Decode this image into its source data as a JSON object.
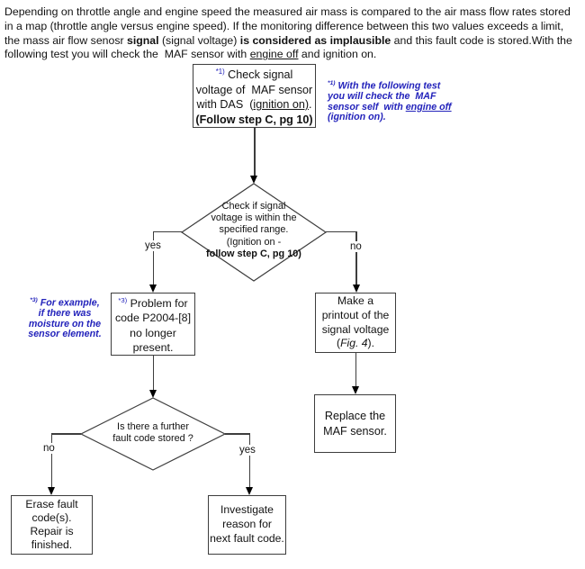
{
  "colors": {
    "annotation_blue": "#2323bb",
    "box_border": "#3d3d3d",
    "connector_line": "#3d3d3d",
    "arrowhead": "#000000",
    "background": "#ffffff",
    "text": "#121212"
  },
  "intro": {
    "lines": [
      [
        {
          "t": "Depending on throttle angle and engine speed the measured air mass is compared to the air mass flow rates stored"
        }
      ],
      [
        {
          "t": "in a map (throttle angle versus engine speed). If the monitoring difference between this two values exceeds a limit,"
        }
      ],
      [
        {
          "t": "the mass air flow senosr ",
          "": ""
        },
        {
          "t": "signal",
          "b": true
        },
        {
          "t": " (signal voltage) "
        },
        {
          "t": "is considered as implausible",
          "b": true
        },
        {
          "t": " and this fault code is stored.With the"
        }
      ],
      [
        {
          "t": "following test you will check the  MAF sensor with "
        },
        {
          "t": "engine off",
          "u": true
        },
        {
          "t": " and ignition on."
        }
      ]
    ]
  },
  "flowchart": {
    "nodes": {
      "check_signal": {
        "lines": [
          [
            {
              "t": "*1)",
              "sup": true,
              "blue": true
            },
            {
              "t": " Check signal"
            }
          ],
          [
            {
              "t": "voltage of  MAF sensor"
            }
          ],
          [
            {
              "t": "with DAS  ("
            },
            {
              "t": "ignition on)",
              "u": true
            },
            {
              "t": "."
            }
          ],
          [
            {
              "t": "(Follow step C, pg 10)",
              "b": true
            }
          ]
        ]
      },
      "signal_in_range": {
        "lines": [
          [
            {
              "t": "Check if signal"
            }
          ],
          [
            {
              "t": "voltage is within the"
            }
          ],
          [
            {
              "t": "specified range."
            }
          ],
          [
            {
              "t": "(Ignition on -"
            }
          ],
          [
            {
              "t": "follow step C, pg 10)",
              "b": true
            }
          ]
        ]
      },
      "problem_no_longer": {
        "lines": [
          [
            {
              "t": "*3)",
              "sup": true,
              "blue": true
            },
            {
              "t": " Problem for"
            }
          ],
          [
            {
              "t": "code P2004-[8]"
            }
          ],
          [
            {
              "t": "no longer"
            }
          ],
          [
            {
              "t": "present."
            }
          ]
        ]
      },
      "make_printout": {
        "lines": [
          [
            {
              "t": "Make a"
            }
          ],
          [
            {
              "t": "printout of the"
            }
          ],
          [
            {
              "t": "signal voltage"
            }
          ],
          [
            {
              "t": "("
            },
            {
              "t": "Fig. 4",
              "i": true
            },
            {
              "t": ")."
            }
          ]
        ]
      },
      "replace_sensor": {
        "lines": [
          [
            {
              "t": "Replace the"
            }
          ],
          [
            {
              "t": "MAF sensor."
            }
          ]
        ]
      },
      "further_fault": {
        "lines": [
          [
            {
              "t": "Is there a further"
            }
          ],
          [
            {
              "t": "fault code stored ?"
            }
          ]
        ]
      },
      "erase_fault": {
        "lines": [
          [
            {
              "t": "Erase fault"
            }
          ],
          [
            {
              "t": "code(s)."
            }
          ],
          [
            {
              "t": "Repair is"
            }
          ],
          [
            {
              "t": "finished."
            }
          ]
        ]
      },
      "investigate": {
        "lines": [
          [
            {
              "t": "Investigate"
            }
          ],
          [
            {
              "t": "reason for"
            }
          ],
          [
            {
              "t": "next fault code."
            }
          ]
        ]
      }
    },
    "labels": {
      "yes1": "yes",
      "no1": "no",
      "no2": "no",
      "yes2": "yes"
    }
  },
  "annotations": {
    "note1": {
      "lines": [
        [
          {
            "t": "*1)",
            "sup": true
          },
          {
            "t": " With the following test"
          }
        ],
        [
          {
            "t": "you will check the  MAF"
          }
        ],
        [
          {
            "t": "sensor self  with "
          },
          {
            "t": "engine off",
            "u": true
          }
        ],
        [
          {
            "t": "(ignition on)."
          }
        ]
      ]
    },
    "note3": {
      "lines": [
        [
          {
            "t": "*3)",
            "sup": true
          },
          {
            "t": " For example,"
          }
        ],
        [
          {
            "t": "if there was"
          }
        ],
        [
          {
            "t": "moisture on the"
          }
        ],
        [
          {
            "t": "sensor element."
          }
        ]
      ]
    }
  }
}
